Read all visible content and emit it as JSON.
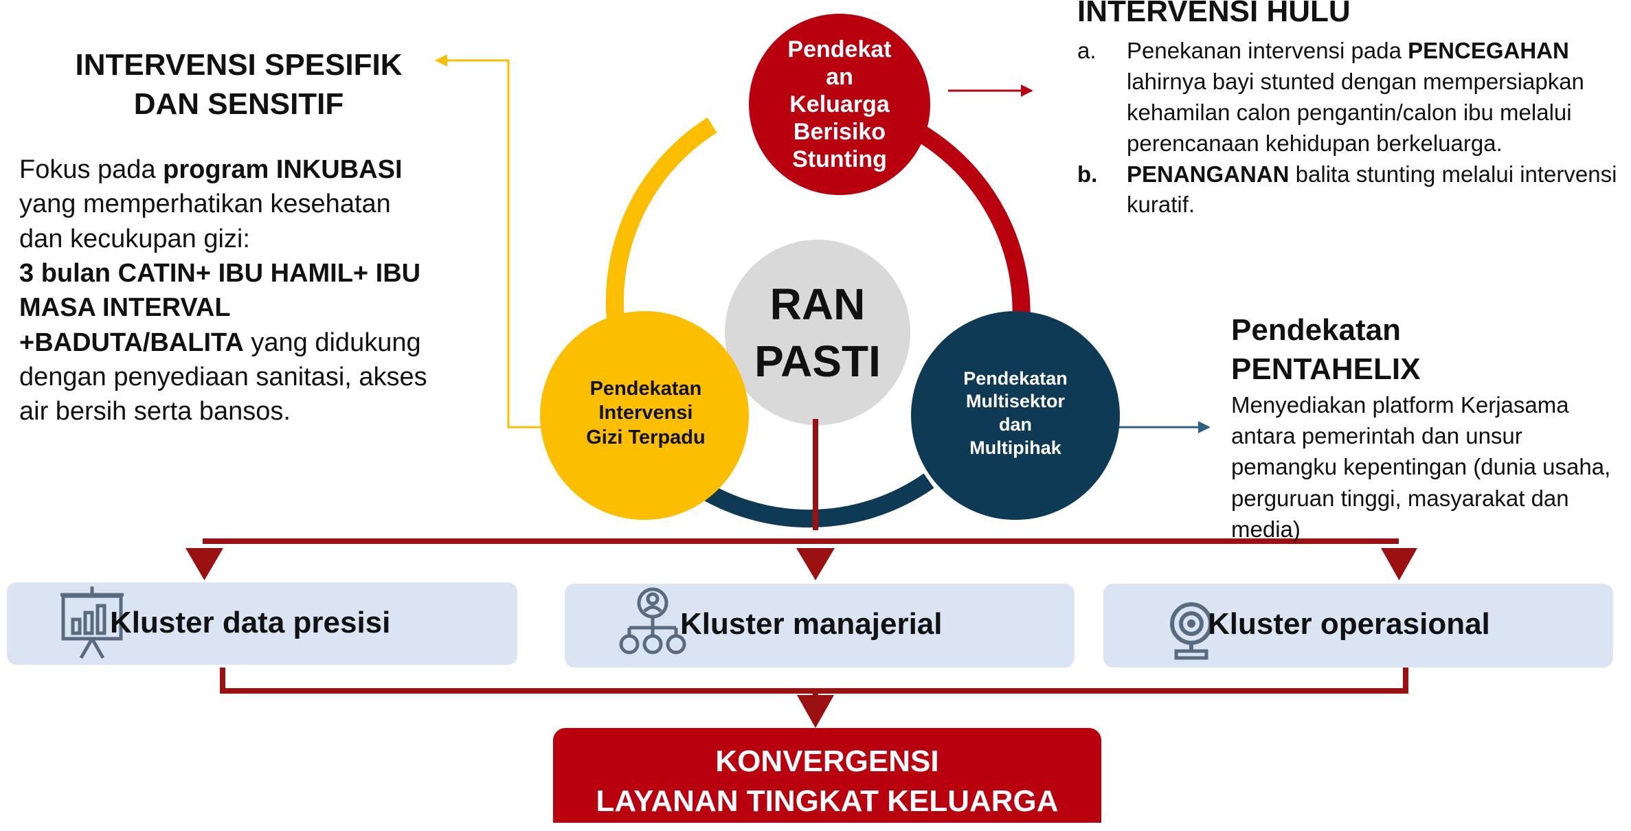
{
  "colors": {
    "red": "#b8000f",
    "dark_red": "#9b1111",
    "yellow": "#fcbe00",
    "navy": "#0e3a55",
    "grey": "#d9d9d9",
    "cluster_bg": "#dbe4f3"
  },
  "left_panel": {
    "title": [
      "INTERVENSI SPESIFIK",
      "DAN SENSITIF"
    ],
    "body": [
      {
        "text": "Fokus pada ",
        "bold": false
      },
      {
        "text": "program INKUBASI",
        "bold": true
      },
      {
        "text": " yang memperhatikan kesehatan dan kecukupan gizi:",
        "bold": false
      },
      {
        "text": "3 bulan CATIN+ IBU HAMIL+ IBU MASA INTERVAL +BADUTA/BALITA",
        "bold": true
      },
      {
        "text": " yang didukung dengan penyediaan sanitasi, akses air bersih serta bansos.",
        "bold": false
      }
    ]
  },
  "hulu": {
    "title": "INTERVENSI HULU",
    "items": [
      {
        "marker": "a.",
        "parts": [
          {
            "text": "Penekanan intervensi pada ",
            "bold": false
          },
          {
            "text": "PENCEGAHAN",
            "bold": true
          },
          {
            "text": " lahirnya bayi stunted dengan mempersiapkan kehamilan calon pengantin/calon ibu melalui perencanaan kehidupan berkeluarga.",
            "bold": false
          }
        ]
      },
      {
        "marker": "b.",
        "parts": [
          {
            "text": "PENANGANAN",
            "bold": true
          },
          {
            "text": " balita stunting melalui intervensi kuratif.",
            "bold": false
          }
        ]
      }
    ]
  },
  "pentahelix": {
    "title": [
      "Pendekatan",
      "PENTAHELIX"
    ],
    "body": "Menyediakan platform Kerjasama antara pemerintah dan unsur pemangku kepentingan (dunia usaha, perguruan tinggi, masyarakat dan media)"
  },
  "circles": {
    "top": "Pendekat\nan\nKeluarga\nBerisiko\nStunting",
    "left": "Pendekatan\nIntervensi\nGizi Terpadu",
    "right": "Pendekatan\nMultisektor\ndan\nMultipihak",
    "center": "RAN\nPASTI"
  },
  "clusters": [
    {
      "label": "Kluster data presisi",
      "icon": "presentation-chart-icon"
    },
    {
      "label": "Kluster manajerial",
      "icon": "org-hierarchy-icon"
    },
    {
      "label": "Kluster operasional",
      "icon": "target-webcam-icon"
    }
  ],
  "konvergensi": [
    "KONVERGENSI",
    "LAYANAN TINGKAT KELUARGA"
  ]
}
